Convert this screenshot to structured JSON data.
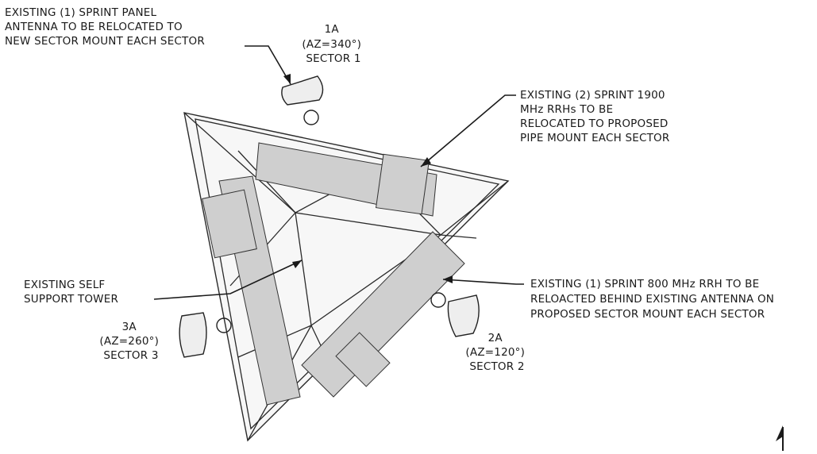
{
  "callouts": {
    "panel_antenna": [
      "EXISTING (1) SPRINT PANEL",
      "ANTENNA TO BE RELOCATED TO",
      "NEW SECTOR MOUNT EACH SECTOR"
    ],
    "rrh_1900": [
      "EXISTING (2) SPRINT 1900",
      "MHz RRHs TO BE",
      "RELOCATED TO PROPOSED",
      "PIPE MOUNT EACH SECTOR"
    ],
    "tower": [
      "EXISTING SELF",
      "SUPPORT TOWER"
    ],
    "rrh_800": [
      "EXISTING (1) SPRINT 800 MHz RRH TO BE",
      "RELOACTED BEHIND EXISTING ANTENNA ON",
      "PROPOSED SECTOR MOUNT  EACH SECTOR"
    ]
  },
  "sectors": {
    "s1": [
      "1A",
      "(AZ=340°)",
      "SECTOR 1"
    ],
    "s2": [
      "2A",
      "(AZ=120°)",
      "SECTOR 2"
    ],
    "s3": [
      "3A",
      "(AZ=260°)",
      "SECTOR 3"
    ]
  },
  "colors": {
    "ink": "#1a1a1a",
    "background": "#ffffff"
  },
  "icons": [
    "north-arrow-icon"
  ]
}
